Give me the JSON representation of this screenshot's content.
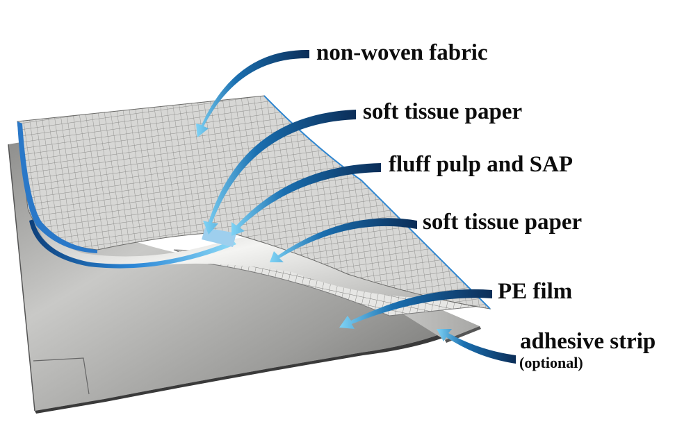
{
  "labels": {
    "nonwoven": "non-woven fabric",
    "tissue_top": "soft tissue paper",
    "fluff": "fluff pulp and SAP",
    "tissue_bottom": "soft tissue paper",
    "pe_film": "PE film",
    "adhesive": "adhesive strip",
    "optional": "(optional)"
  },
  "colors": {
    "arrow_dark": "#0b2d57",
    "arrow_mid": "#1a6fb0",
    "arrow_light": "#7fd3f5",
    "core_blue": "#1e6fc4",
    "sheet_grey": "#bdbdbb",
    "mesh_line": "#888888"
  }
}
